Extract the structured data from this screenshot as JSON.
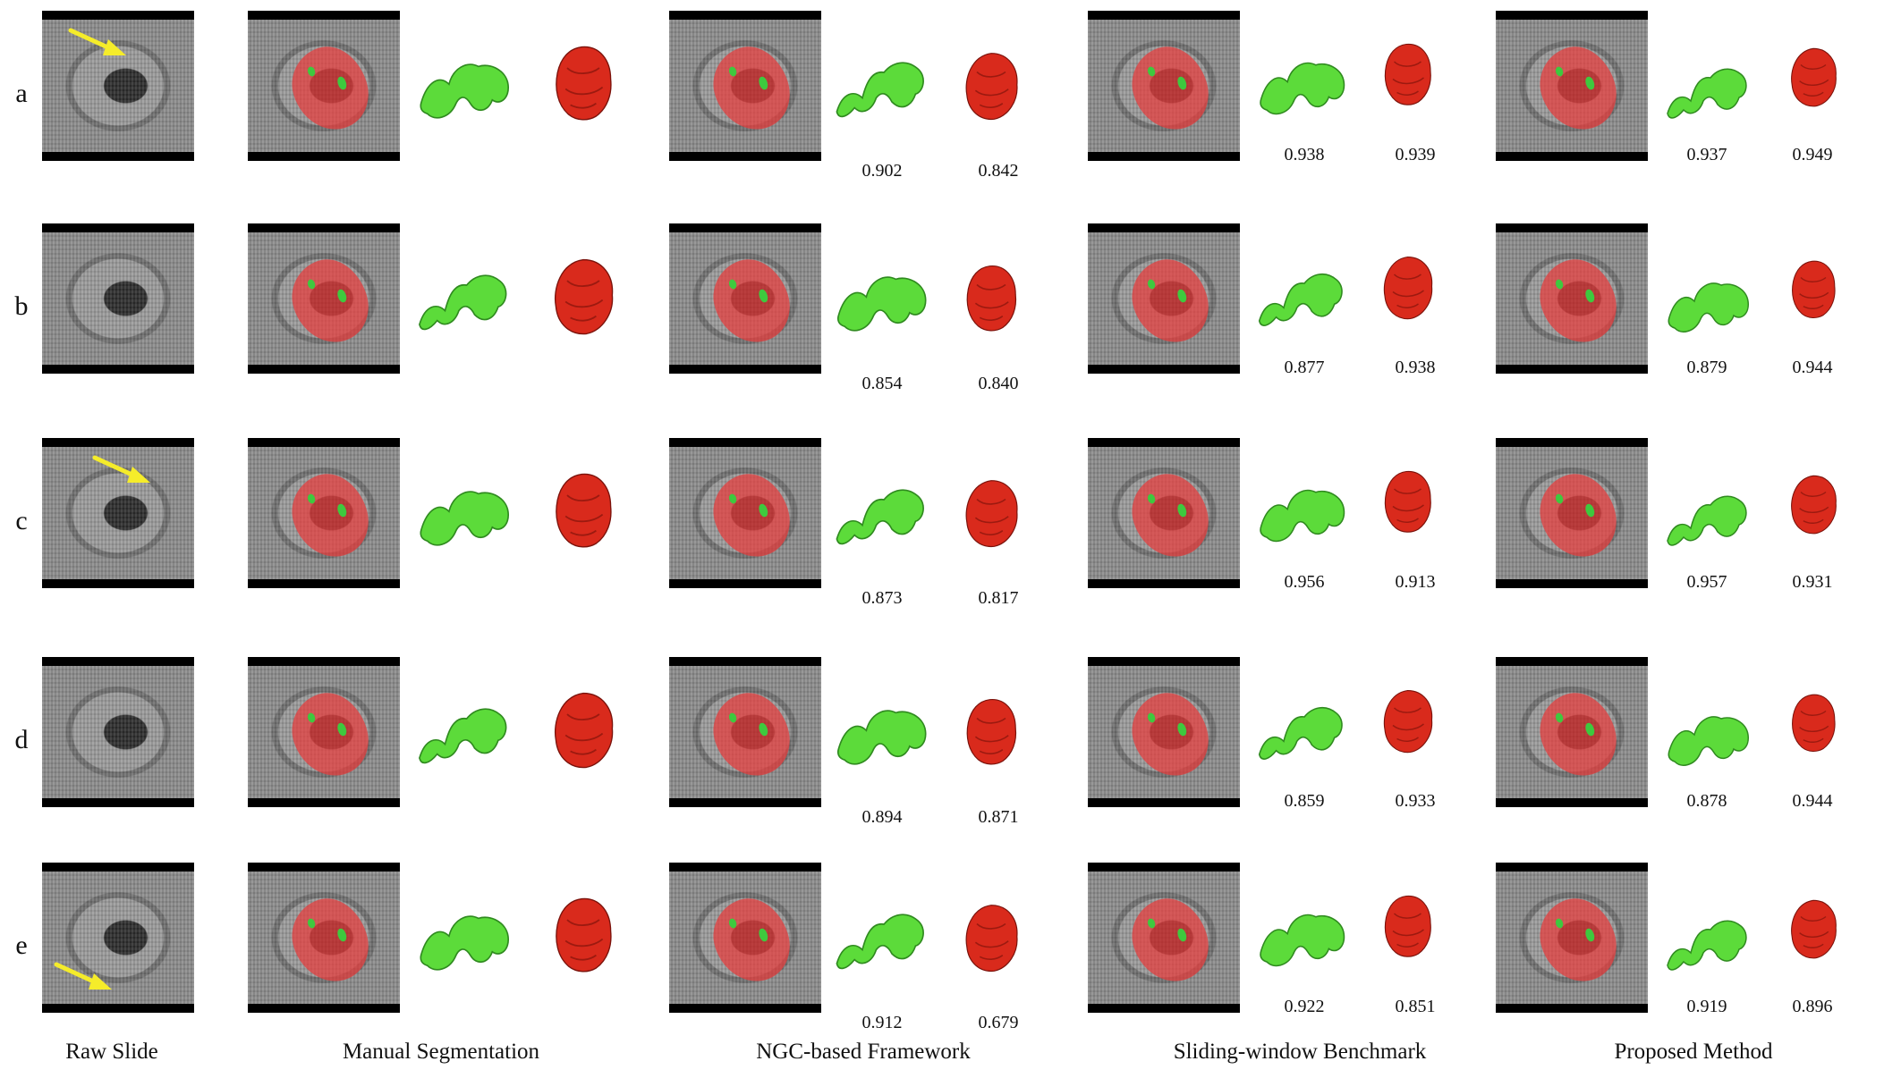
{
  "rows": [
    "a",
    "b",
    "c",
    "d",
    "e"
  ],
  "columns": [
    "Raw Slide",
    "Manual Segmentation",
    "NGC-based Framework",
    "Sliding-window Benchmark",
    "Proposed Method"
  ],
  "scores": {
    "ngc": [
      [
        "0.902",
        "0.842"
      ],
      [
        "0.854",
        "0.840"
      ],
      [
        "0.873",
        "0.817"
      ],
      [
        "0.894",
        "0.871"
      ],
      [
        "0.912",
        "0.679"
      ]
    ],
    "sliding": [
      [
        "0.938",
        "0.939"
      ],
      [
        "0.877",
        "0.938"
      ],
      [
        "0.956",
        "0.913"
      ],
      [
        "0.859",
        "0.933"
      ],
      [
        "0.922",
        "0.851"
      ]
    ],
    "proposed": [
      [
        "0.937",
        "0.949"
      ],
      [
        "0.879",
        "0.944"
      ],
      [
        "0.957",
        "0.931"
      ],
      [
        "0.878",
        "0.944"
      ],
      [
        "0.919",
        "0.896"
      ]
    ]
  },
  "colors": {
    "embryo_overlay": "#e84040",
    "cavity": "#3ec93e",
    "arrow": "#f5ec2a"
  },
  "arrows_in_rows": [
    "a",
    "c",
    "e"
  ]
}
